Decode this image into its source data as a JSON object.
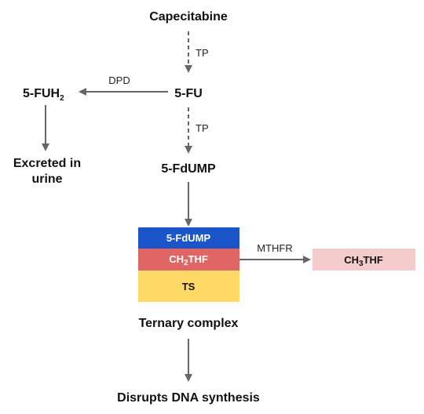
{
  "nodes": {
    "capecitabine": "Capecitabine",
    "fu": "5-FU",
    "fuh2_base": "5-FUH",
    "fuh2_sub": "2",
    "excreted_line1": "Excreted in",
    "excreted_line2": "urine",
    "fdump": "5-FdUMP",
    "ternary_complex": "Ternary complex",
    "disrupts": "Disrupts DNA synthesis"
  },
  "edges": {
    "tp_1": "TP",
    "tp_2": "TP",
    "dpd": "DPD",
    "mthfr": "MTHFR"
  },
  "complex": {
    "layer1": "5-FdUMP",
    "layer2_pre": "CH",
    "layer2_sub": "2",
    "layer2_post": "THF",
    "layer3": "TS"
  },
  "product": {
    "pre": "CH",
    "sub": "3",
    "post": "THF"
  },
  "colors": {
    "fdump_layer": "#1a55c9",
    "ch2thf_layer": "#e06666",
    "ts_layer": "#ffd966",
    "ch3thf_box": "#f4cccc",
    "arrow": "#666666"
  }
}
